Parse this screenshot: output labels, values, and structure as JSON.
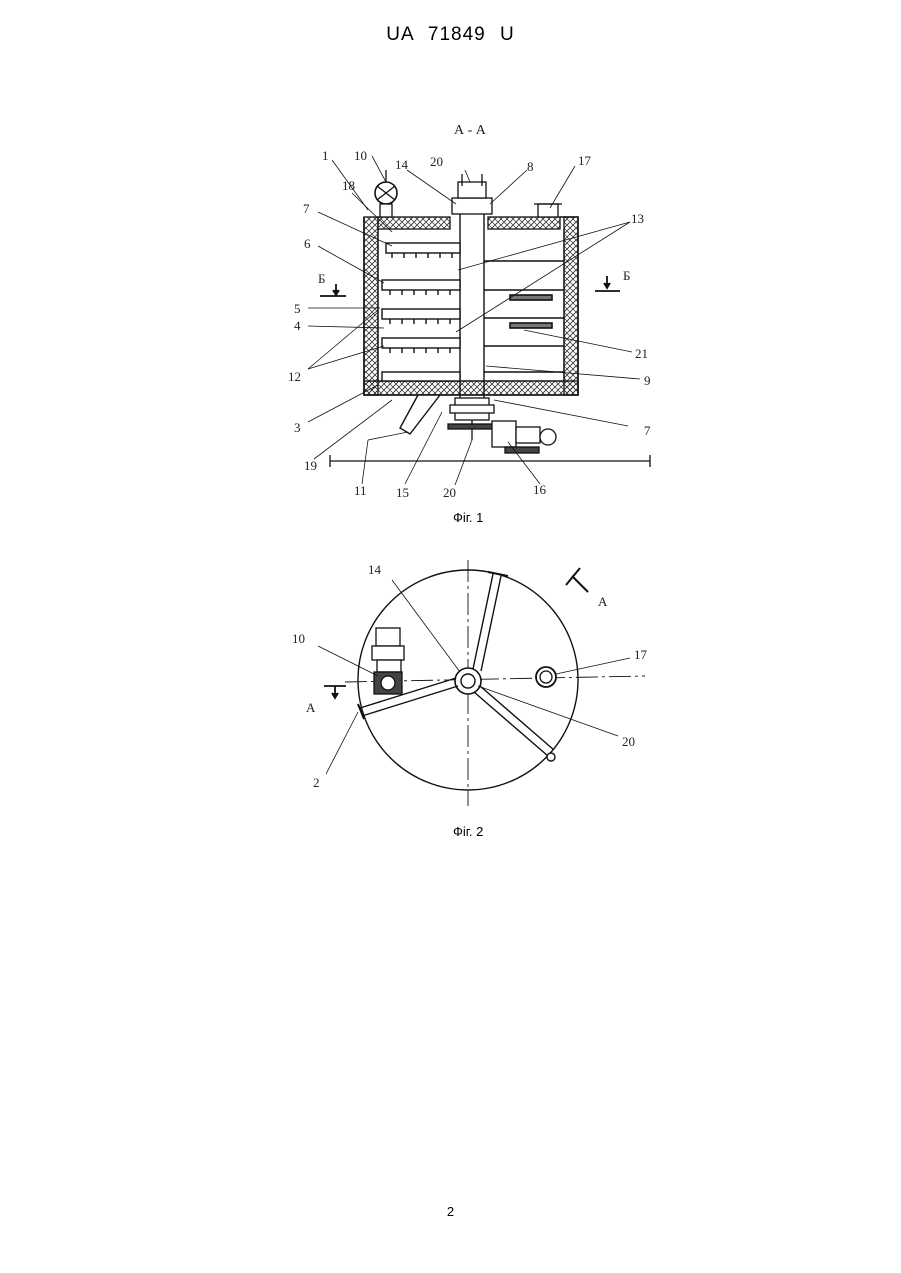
{
  "header": {
    "patent_number": "UA   71849   U"
  },
  "figure1": {
    "section_label": "А - А",
    "caption": "Фіг. 1",
    "labels": {
      "l1": "1",
      "l10": "10",
      "l14": "14",
      "l20a": "20",
      "l8": "8",
      "l17": "17",
      "l18": "18",
      "l13": "13",
      "l7a": "7",
      "l6": "6",
      "lB1": "Б",
      "lB2": "Б",
      "l5": "5",
      "l4": "4",
      "l21": "21",
      "l12": "12",
      "l9": "9",
      "l3": "3",
      "l7b": "7",
      "l19": "19",
      "l11": "11",
      "l15": "15",
      "l20b": "20",
      "l16": "16"
    }
  },
  "figure2": {
    "caption": "Фіг. 2",
    "labels": {
      "l14": "14",
      "lA1": "А",
      "l10": "10",
      "l17": "17",
      "lA2": "А",
      "l20": "20",
      "l2": "2"
    }
  },
  "footer": {
    "page_number": "2"
  }
}
